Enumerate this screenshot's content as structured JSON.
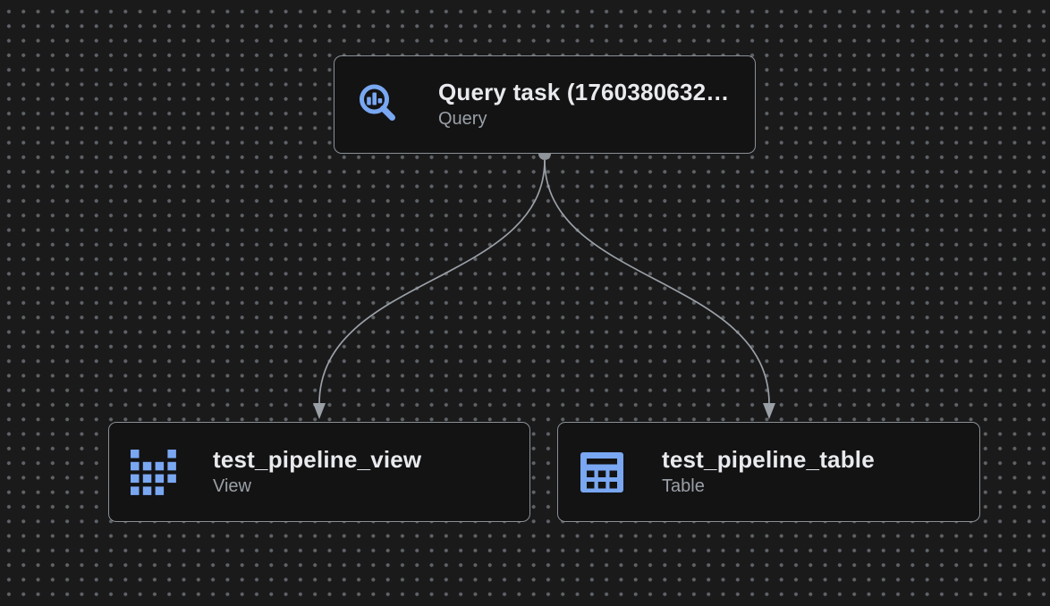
{
  "app": {
    "view": "pipeline-graph-canvas",
    "theme": "dark"
  },
  "colors": {
    "canvas_bg": "#1a1a1b",
    "grid_dot": "#5f6367",
    "node_bg": "#131314",
    "node_border": "#8a9096",
    "title_text": "#e8eaed",
    "subtitle_text": "#9aa0a6",
    "edge": "#9aa0a6",
    "port_dot": "#8e9499",
    "icon_accent_blue": "#79a7f2"
  },
  "nodes": [
    {
      "id": "query-task",
      "title": "Query task (1760380632…",
      "subtitle": "Query",
      "icon": "bigquery-search-chart-icon"
    },
    {
      "id": "test-pipeline-view",
      "title": "test_pipeline_view",
      "subtitle": "View",
      "icon": "view-dotted-table-icon"
    },
    {
      "id": "test-pipeline-table",
      "title": "test_pipeline_table",
      "subtitle": "Table",
      "icon": "table-grid-icon"
    }
  ],
  "edges": [
    {
      "from": "query-task",
      "to": "test-pipeline-view"
    },
    {
      "from": "query-task",
      "to": "test-pipeline-table"
    }
  ]
}
